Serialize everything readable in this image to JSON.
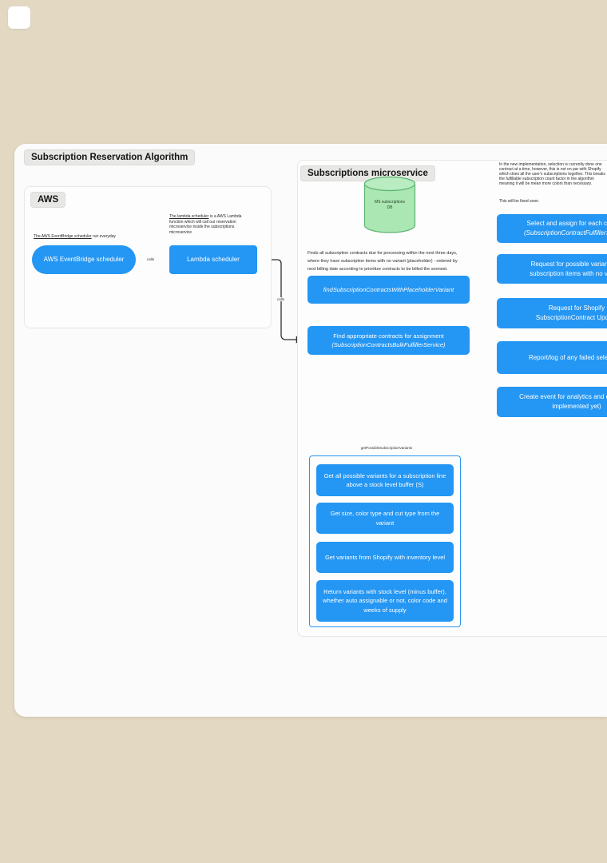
{
  "colors": {
    "accent_blue": "#2496f3",
    "db_green": "#abe7b2",
    "desk_beige": "#e3d9c3",
    "canvas_white": "#fbfbfb"
  },
  "title": "Subscription Reservation Algorithm",
  "aws": {
    "label": "AWS",
    "eventbridge_note_u": "The AWS EventBridge scheduler",
    "eventbridge_note_rest": " run everyday",
    "eventbridge_box": "AWS EventBridge scheduler",
    "calls_label_1": "calls",
    "lambda_note_u": "The lambda scheduler",
    "lambda_note_l1_rest": " is a AWS Lambda",
    "lambda_note_l2": "function which will call our reservation",
    "lambda_note_l3": "microservice inside the subscriptions",
    "lambda_note_l4": "microservice",
    "lambda_box": "Lambda scheduler",
    "calls_label_2": "calls"
  },
  "micro": {
    "label": "Subscriptions microservice",
    "db_l1": "MS subscriptions",
    "db_l2": "DB",
    "para_l1": "Finds all subscription contracts due for processing within the next three days,",
    "para_l2": "where they have subscription items with no variant (placeholder) - ordered by",
    "para_l3": "next billing date according to prioritize contracts to be billed the soonest.",
    "find_box": "findSubscriptionContractsWithPlaceholderVariant",
    "assign_l1": "Find appropriate contracts for assignment",
    "assign_l2": "(SubscriptionContractsBulkFulfillerService)"
  },
  "right": {
    "note_l1": "In the new implementation, selection is currently done one",
    "note_l2": "contract at a time, however, this is not on par with Shopify",
    "note_l3": "which does all the user's subscriptions together. This breaks",
    "note_l4": "the fulfillable subscription count factor in the algorithm",
    "note_l5": "meaning it will be mean more colors than necessary.",
    "note_fixed": "This will be fixed soon.",
    "steps": [
      {
        "l1": "Select and assign for each contract",
        "l2": "(SubscriptionContractFulfillerService)"
      },
      {
        "l1": "Request for possible variants for",
        "l2": "subscription items with no variant"
      },
      {
        "l1": "Request for Shopify",
        "l2": "SubscriptionContract Update"
      },
      {
        "l1": "Report/log of any failed selections",
        "l2": ""
      },
      {
        "l1": "Create event for analytics and email (not",
        "l2": "implemented yet)"
      }
    ]
  },
  "variants": {
    "label": "getPossibleSubscriptionVariants",
    "steps": [
      "Get all possible variants for a subscription line above a stock level buffer (S)",
      "Get size, color type and cut type from the variant",
      "Get variants from Shopify with inventory level",
      "Return variants with stock level (minus buffer), whether auto assignable or not, color code and weeks of supply"
    ]
  }
}
